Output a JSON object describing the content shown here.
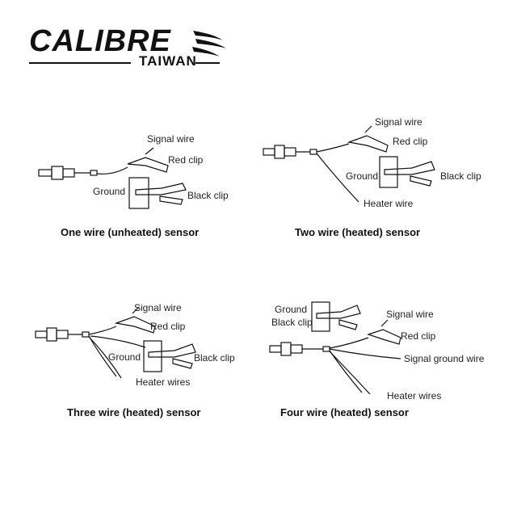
{
  "brand": {
    "name": "CALIBRE",
    "sub": "TAIWAN"
  },
  "panels": [
    {
      "caption": "One wire (unheated) sensor",
      "labels": {
        "signal_wire": "Signal wire",
        "red_clip": "Red clip",
        "ground": "Ground",
        "black_clip": "Black clip"
      }
    },
    {
      "caption": "Two wire (heated) sensor",
      "labels": {
        "signal_wire": "Signal wire",
        "red_clip": "Red clip",
        "ground": "Ground",
        "black_clip": "Black clip",
        "heater_wire": "Heater wire"
      }
    },
    {
      "caption": "Three wire (heated) sensor",
      "labels": {
        "signal_wire": "Signal wire",
        "red_clip": "Red clip",
        "ground": "Ground",
        "black_clip": "Black clip",
        "heater_wires": "Heater wires"
      }
    },
    {
      "caption": "Four wire (heated) sensor",
      "labels": {
        "ground": "Ground",
        "black_clip": "Black clip",
        "signal_wire": "Signal wire",
        "red_clip": "Red clip",
        "signal_ground_wire": "Signal ground wire",
        "heater_wires": "Heater wires"
      }
    }
  ]
}
